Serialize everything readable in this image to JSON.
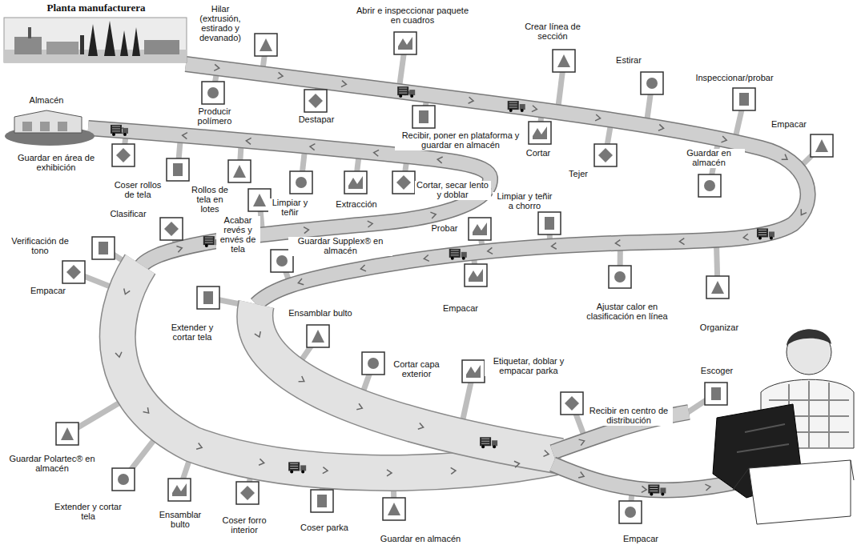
{
  "diagram": {
    "nodes": [
      {
        "text": [
          "Planta manufacturera"
        ]
      },
      {
        "text": [
          "Hilar (extrusión, estirado y devanado)"
        ]
      },
      {
        "text": [
          "Producir polímero"
        ]
      },
      {
        "text": [
          "Abrir e inspeccionar paquete en cuadros"
        ]
      },
      {
        "text": [
          "Destapar"
        ]
      },
      {
        "text": [
          "Recibir, poner en plataforma y guardar en almacén"
        ]
      },
      {
        "text": [
          "Crear línea de sección"
        ]
      },
      {
        "text": [
          "Estirar"
        ]
      },
      {
        "text": [
          "Cortar"
        ]
      },
      {
        "text": [
          "Tejer"
        ]
      },
      {
        "text": [
          "Inspeccionar/probar"
        ]
      },
      {
        "text": [
          "Empacar"
        ]
      },
      {
        "text": [
          "Guardar en almacén"
        ]
      },
      {
        "text": [
          "Almacén"
        ]
      },
      {
        "text": [
          "Guardar en área de exhibición"
        ]
      },
      {
        "text": [
          "Coser rollos de tela"
        ]
      },
      {
        "text": [
          "Rollos de tela en lotes"
        ]
      },
      {
        "text": [
          "Limpiar y teñir"
        ]
      },
      {
        "text": [
          "Extracción"
        ]
      },
      {
        "text": [
          "Cortar, secar lento y doblar"
        ]
      },
      {
        "text": [
          "Limpiar y teñir a chorro"
        ]
      },
      {
        "text": [
          "Acabar revés y envés de tela"
        ]
      },
      {
        "text": [
          "Guardar Supplex® en almacén"
        ]
      },
      {
        "text": [
          "Probar"
        ]
      },
      {
        "text": [
          "Clasificar"
        ]
      },
      {
        "text": [
          "Verificación de tono"
        ]
      },
      {
        "text": [
          "Organizar"
        ]
      },
      {
        "text": [
          "Ajustar calor en clasificación en línea"
        ]
      },
      {
        "text": [
          "Empacar"
        ]
      },
      {
        "text": [
          "Empacar"
        ]
      },
      {
        "text": [
          "Extender y cortar tela"
        ]
      },
      {
        "text": [
          "Ensamblar bulto"
        ]
      },
      {
        "text": [
          "Cortar capa exterior"
        ]
      },
      {
        "text": [
          "Etiquetar, doblar y empacar parka"
        ]
      },
      {
        "text": [
          "Recibir en centro de distribución"
        ]
      },
      {
        "text": [
          "Escoger"
        ]
      },
      {
        "text": [
          "Guardar Polartec® en almacén"
        ]
      },
      {
        "text": [
          "Extender y cortar tela"
        ]
      },
      {
        "text": [
          "Ensamblar bulto"
        ]
      },
      {
        "text": [
          "Coser forro interior"
        ]
      },
      {
        "text": [
          "Coser parka"
        ]
      },
      {
        "text": [
          "Guardar en almacén"
        ]
      },
      {
        "text": [
          "Empacar"
        ]
      }
    ]
  }
}
